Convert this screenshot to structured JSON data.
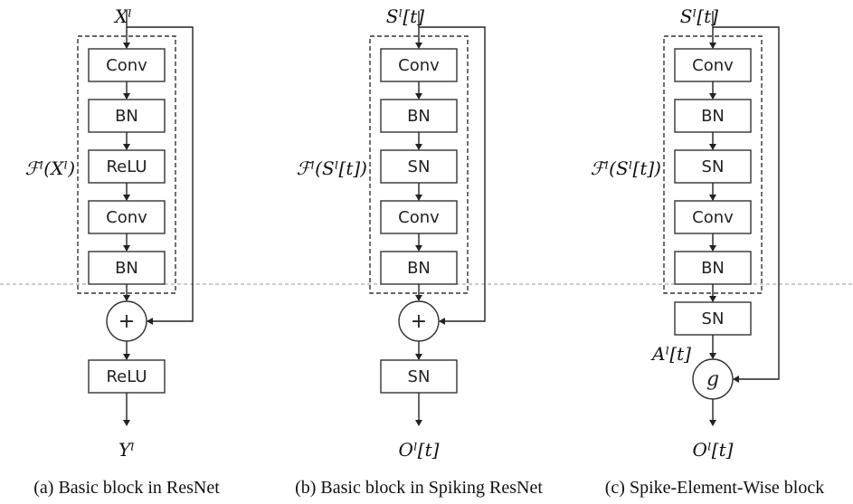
{
  "separator_color": "#9a9a9a",
  "panels": [
    {
      "input": "Xˡ",
      "residual": "ℱˡ(Xˡ)",
      "layers": [
        "Conv",
        "BN",
        "ReLU",
        "Conv",
        "BN"
      ],
      "op": "+",
      "post": [
        "ReLU"
      ],
      "output": "Yˡ",
      "caption": "(a) Basic block in ResNet"
    },
    {
      "input": "Sˡ[t]",
      "residual": "ℱˡ(Sˡ[t])",
      "layers": [
        "Conv",
        "BN",
        "SN",
        "Conv",
        "BN"
      ],
      "op": "+",
      "post": [
        "SN"
      ],
      "output": "Oˡ[t]",
      "caption": "(b) Basic block in Spiking ResNet"
    },
    {
      "input": "Sˡ[t]",
      "residual": "ℱˡ(Sˡ[t])",
      "layers": [
        "Conv",
        "BN",
        "SN",
        "Conv",
        "BN"
      ],
      "pre": [
        "SN"
      ],
      "pre_output": "Aˡ[t]",
      "op": "g",
      "output": "Oˡ[t]",
      "caption": "(c) Spike-Element-Wise block"
    }
  ]
}
